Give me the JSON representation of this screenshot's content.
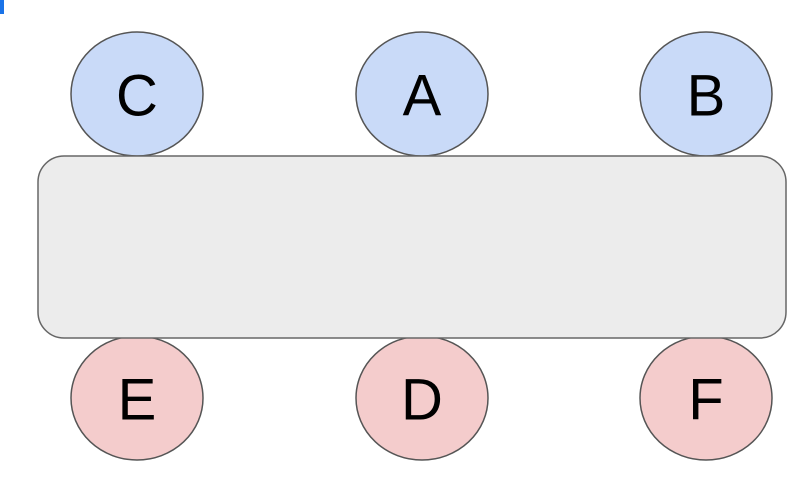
{
  "diagram": {
    "table": {
      "fill": "#ececec",
      "stroke": "#666666"
    },
    "top_row": [
      {
        "label": "C",
        "fill": "#c9daf8",
        "stroke": "#555555"
      },
      {
        "label": "A",
        "fill": "#c9daf8",
        "stroke": "#555555"
      },
      {
        "label": "B",
        "fill": "#c9daf8",
        "stroke": "#555555"
      }
    ],
    "bottom_row": [
      {
        "label": "E",
        "fill": "#f4cccc",
        "stroke": "#555555"
      },
      {
        "label": "D",
        "fill": "#f4cccc",
        "stroke": "#555555"
      },
      {
        "label": "F",
        "fill": "#f4cccc",
        "stroke": "#555555"
      }
    ]
  }
}
